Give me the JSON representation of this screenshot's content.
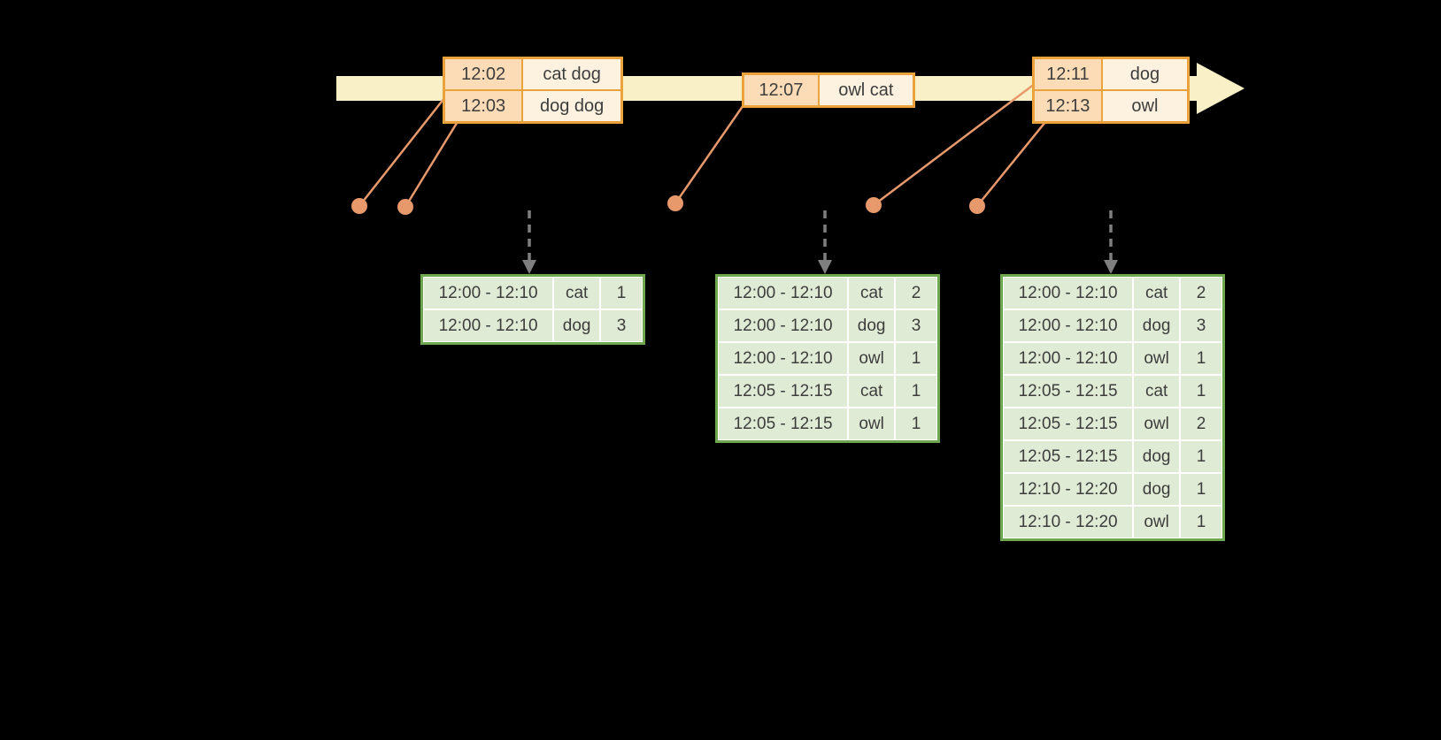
{
  "palette": {
    "background": "#000000",
    "timeline_fill": "#FAF0C8",
    "event_border": "#E9A23C",
    "event_time_fill": "#FBDCB6",
    "event_word_fill": "#FDF2DF",
    "connector_and_dots": "#E8996B",
    "trigger_arrow": "#7F7F7F",
    "table_border": "#6FA750",
    "table_cell_fill": "#DFEBD5",
    "text": "#3D3D3D"
  },
  "icons": {
    "timeline_arrowhead": "right-arrowhead",
    "trigger_arrow": "dashed-down-arrow",
    "event_dot": "filled-circle"
  },
  "timeline": {
    "event_boxes": [
      {
        "rows": [
          [
            "12:02",
            "cat dog"
          ],
          [
            "12:03",
            "dog dog"
          ]
        ]
      },
      {
        "rows": [
          [
            "12:07",
            "owl cat"
          ]
        ]
      },
      {
        "rows": [
          [
            "12:11",
            "dog"
          ],
          [
            "12:13",
            "owl"
          ]
        ]
      }
    ]
  },
  "result_tables": [
    {
      "rows": [
        [
          "12:00 - 12:10",
          "cat",
          "1"
        ],
        [
          "12:00 - 12:10",
          "dog",
          "3"
        ]
      ]
    },
    {
      "rows": [
        [
          "12:00 - 12:10",
          "cat",
          "2"
        ],
        [
          "12:00 - 12:10",
          "dog",
          "3"
        ],
        [
          "12:00 - 12:10",
          "owl",
          "1"
        ],
        [
          "12:05 - 12:15",
          "cat",
          "1"
        ],
        [
          "12:05 - 12:15",
          "owl",
          "1"
        ]
      ]
    },
    {
      "rows": [
        [
          "12:00 - 12:10",
          "cat",
          "2"
        ],
        [
          "12:00 - 12:10",
          "dog",
          "3"
        ],
        [
          "12:00 - 12:10",
          "owl",
          "1"
        ],
        [
          "12:05 - 12:15",
          "cat",
          "1"
        ],
        [
          "12:05 - 12:15",
          "owl",
          "2"
        ],
        [
          "12:05 - 12:15",
          "dog",
          "1"
        ],
        [
          "12:10 - 12:20",
          "dog",
          "1"
        ],
        [
          "12:10 - 12:20",
          "owl",
          "1"
        ]
      ]
    }
  ]
}
